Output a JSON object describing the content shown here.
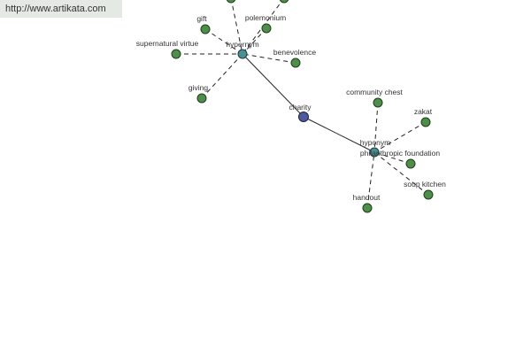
{
  "banner": {
    "url": "http://www.artikata.com"
  },
  "graph": {
    "colors": {
      "leaf": "#4f8d4a",
      "hub": "#4a8f94",
      "center": "#4f5a9c"
    },
    "center": {
      "id": "charity",
      "label": "charity"
    },
    "hubs": [
      {
        "id": "hypernym",
        "label": "hypernym"
      },
      {
        "id": "hyponym",
        "label": "hyponym"
      }
    ],
    "leaves": [
      {
        "id": "gift",
        "label": "gift",
        "hub": "hypernym"
      },
      {
        "id": "polemonium",
        "label": "polemonium",
        "hub": "hypernym"
      },
      {
        "id": "offscreen-1",
        "label": "",
        "hub": "hypernym"
      },
      {
        "id": "offscreen-2",
        "label": "",
        "hub": "hypernym"
      },
      {
        "id": "supernatural-virtue",
        "label": "supernatural virtue",
        "hub": "hypernym"
      },
      {
        "id": "benevolence",
        "label": "benevolence",
        "hub": "hypernym"
      },
      {
        "id": "giving",
        "label": "giving",
        "hub": "hypernym"
      },
      {
        "id": "community-chest",
        "label": "community chest",
        "hub": "hyponym"
      },
      {
        "id": "zakat",
        "label": "zakat",
        "hub": "hyponym"
      },
      {
        "id": "philanthropic-foundation",
        "label": "philanthropic foundation",
        "hub": "hyponym"
      },
      {
        "id": "soup-kitchen",
        "label": "soup kitchen",
        "hub": "hyponym"
      },
      {
        "id": "handout",
        "label": "handout",
        "hub": "hyponym"
      }
    ]
  }
}
